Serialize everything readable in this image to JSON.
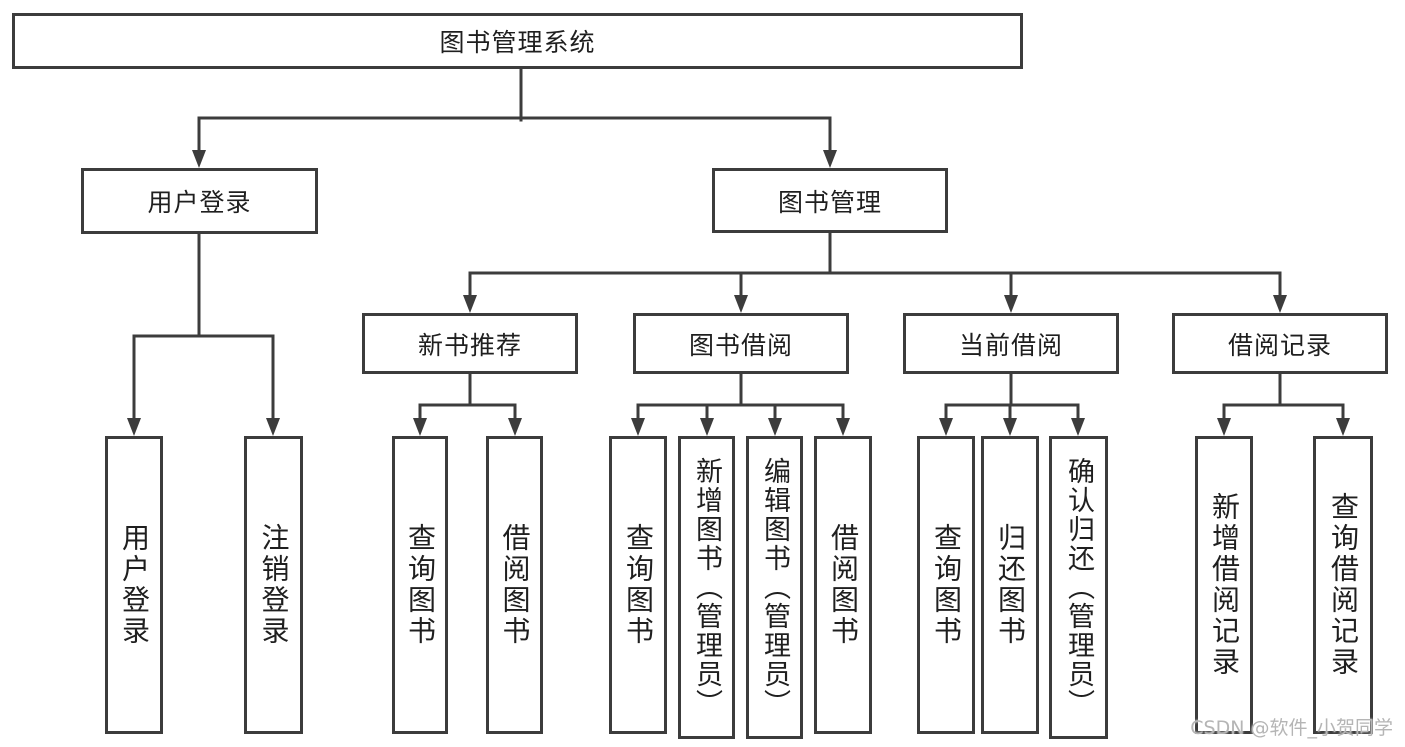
{
  "diagram": {
    "root": {
      "label": "图书管理系统"
    },
    "branches": [
      {
        "label": "用户登录",
        "children": [
          {
            "label": "用户登录"
          },
          {
            "label": "注销登录"
          }
        ]
      },
      {
        "label": "图书管理",
        "children": [
          {
            "label": "新书推荐",
            "children": [
              {
                "label": "查询图书"
              },
              {
                "label": "借阅图书"
              }
            ]
          },
          {
            "label": "图书借阅",
            "children": [
              {
                "label": "查询图书"
              },
              {
                "label": "新增图书（管理员）"
              },
              {
                "label": "编辑图书（管理员）"
              },
              {
                "label": "借阅图书"
              }
            ]
          },
          {
            "label": "当前借阅",
            "children": [
              {
                "label": "查询图书"
              },
              {
                "label": "归还图书"
              },
              {
                "label": "确认归还（管理员）"
              }
            ]
          },
          {
            "label": "借阅记录",
            "children": [
              {
                "label": "新增借阅记录"
              },
              {
                "label": "查询借阅记录"
              }
            ]
          }
        ]
      }
    ]
  },
  "watermark": {
    "text": "CSDN @软件_小贺同学"
  },
  "colors": {
    "line": "#3c3c3c",
    "text": "#1f1f1f",
    "background": "#ffffff",
    "watermark": "#b5b5b5"
  }
}
